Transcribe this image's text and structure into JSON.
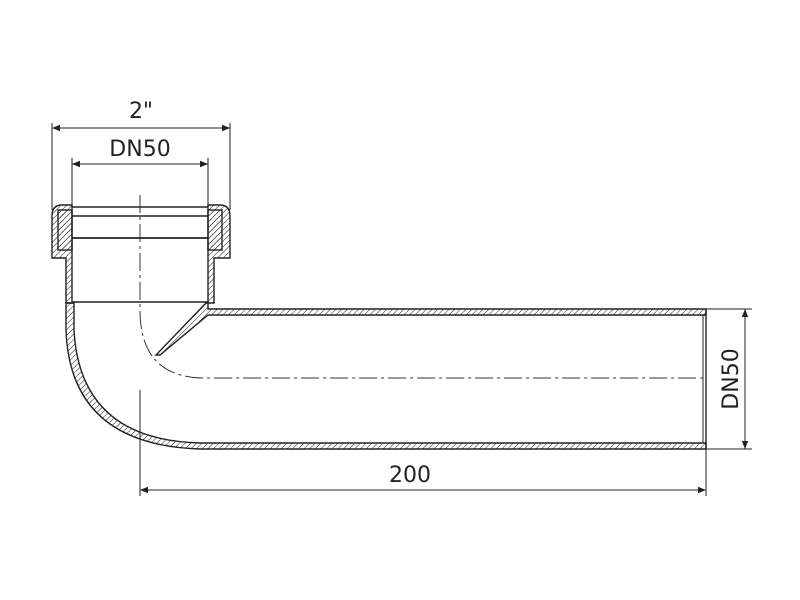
{
  "drawing": {
    "colors": {
      "line": "#222222",
      "background": "#ffffff"
    },
    "dimensions": {
      "thread_size": "2\"",
      "inlet_nominal": "DN50",
      "outlet_nominal": "DN50",
      "length": "200"
    }
  }
}
